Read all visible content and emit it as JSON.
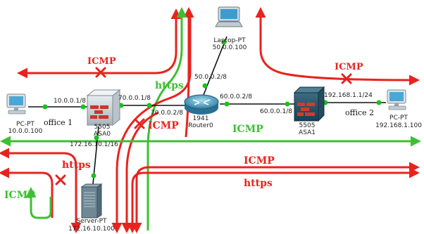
{
  "colors": {
    "red": "#e8231f",
    "green": "#3cc032",
    "link": "#111111",
    "port": "#19c21b",
    "x_mark": "#e8231f"
  },
  "devices": {
    "pc_left": {
      "type": "PC-PT",
      "ip": "10.0.0.100",
      "icon": "pc-icon"
    },
    "asa0": {
      "model": "5505",
      "name": "ASA0",
      "icon": "firewall-icon"
    },
    "router0": {
      "model": "1941",
      "name": "Router0",
      "icon": "router-icon"
    },
    "laptop": {
      "type": "Laptop-PT",
      "ip": "50.0.0.100",
      "icon": "laptop-icon"
    },
    "asa1": {
      "model": "5505",
      "name": "ASA1",
      "icon": "firewall-icon"
    },
    "pc_right": {
      "type": "PC-PT",
      "ip": "192.168.1.100",
      "icon": "pc-icon"
    },
    "server": {
      "type": "Server-PT",
      "ip": "172.16.10.100",
      "icon": "server-icon"
    }
  },
  "link_labels": {
    "pc_asa0": "10.0.0.1/8",
    "asa0_router_top": "70.0.0.1/8",
    "asa0_router_bottom": "70.0.0.2/8",
    "router_laptop": "50.0.0.2/8",
    "router_asa1_top": "60.0.0.2/8",
    "router_asa1_bottom": "60.0.0.1/8",
    "asa1_pc": "192.168.1.1/24",
    "asa0_server": "172.16.10.1/16"
  },
  "zone_labels": {
    "office1": "office 1",
    "office2": "office 2"
  },
  "traffic_labels": {
    "icmp_top_left": "ICMP",
    "icmp_top_right": "ICMP",
    "https_center": "https",
    "icmp_center": "ICMP",
    "icmp_mid_green": "ICMP",
    "https_left": "https",
    "icmp_right": "ICMP",
    "https_right": "https",
    "icmp_bottom_left": "ICMP"
  }
}
